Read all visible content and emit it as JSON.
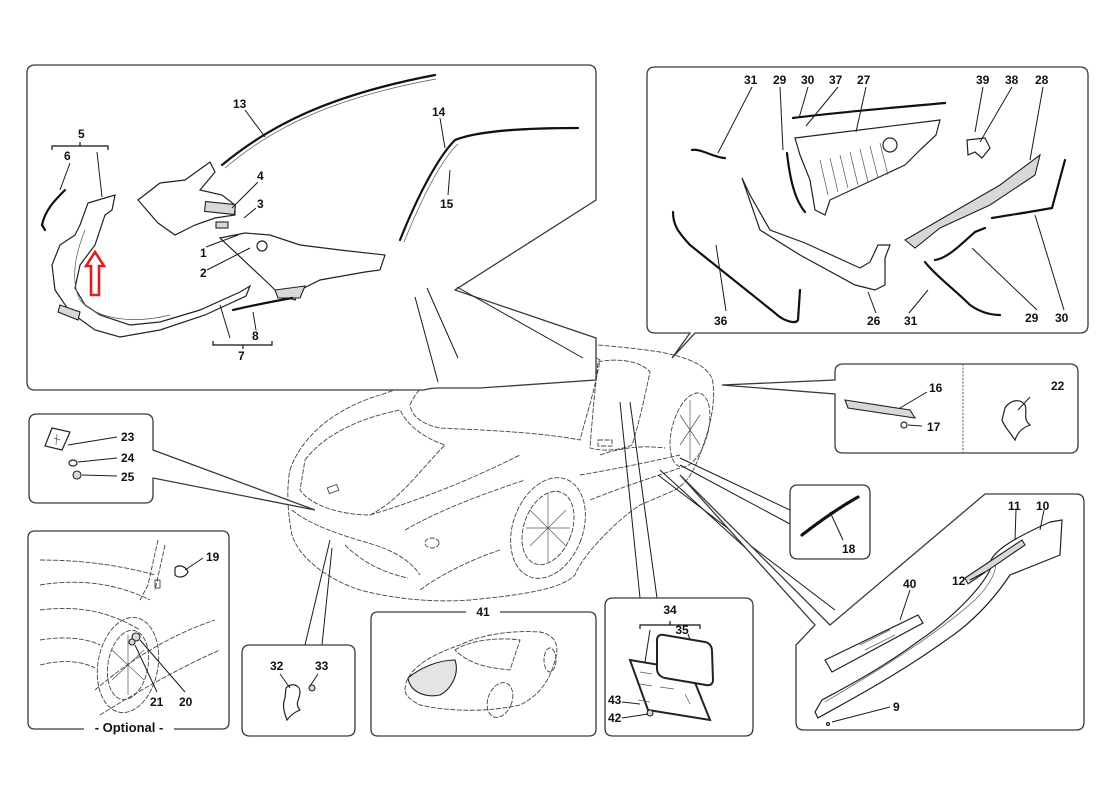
{
  "diagram": {
    "highlight_color": "#e01e1e",
    "line_color": "#1a1a1a",
    "panels": {
      "windshield_trim": {
        "callouts": {
          "p1": "1",
          "p2": "2",
          "p3": "3",
          "p4": "4",
          "p5": "5",
          "p6": "6",
          "p7": "7",
          "p8": "8",
          "p13": "13",
          "p14": "14",
          "p15": "15"
        },
        "highlight_arrow": "up-arrow-icon"
      },
      "cowl_panel": {
        "callouts": {
          "p26": "26",
          "p27": "27",
          "p28": "28",
          "p29a": "29",
          "p29b": "29",
          "p30a": "30",
          "p30b": "30",
          "p31a": "31",
          "p31b": "31",
          "p36": "36",
          "p37": "37",
          "p38": "38",
          "p39": "39"
        }
      },
      "side_badge": {
        "callouts": {
          "p16": "16",
          "p17": "17"
        }
      },
      "shield_badge": {
        "callouts": {
          "p22": "22"
        }
      },
      "hood_badge": {
        "callouts": {
          "p23": "23",
          "p24": "24",
          "p25": "25"
        }
      },
      "wheel_optional": {
        "callouts": {
          "p19": "19",
          "p20": "20",
          "p21": "21"
        },
        "caption": "- Optional -"
      },
      "front_horse": {
        "callouts": {
          "p32": "32",
          "p33": "33"
        }
      },
      "complete_car": {
        "callouts": {
          "p41": "41"
        }
      },
      "plate_holder": {
        "callouts": {
          "p34": "34",
          "p35": "35",
          "p42": "42",
          "p43": "43"
        }
      },
      "script_badge": {
        "callouts": {
          "p18": "18"
        }
      },
      "sill_panel": {
        "callouts": {
          "p9": "9",
          "p10": "10",
          "p11": "11",
          "p12": "12",
          "p40": "40"
        }
      }
    }
  }
}
